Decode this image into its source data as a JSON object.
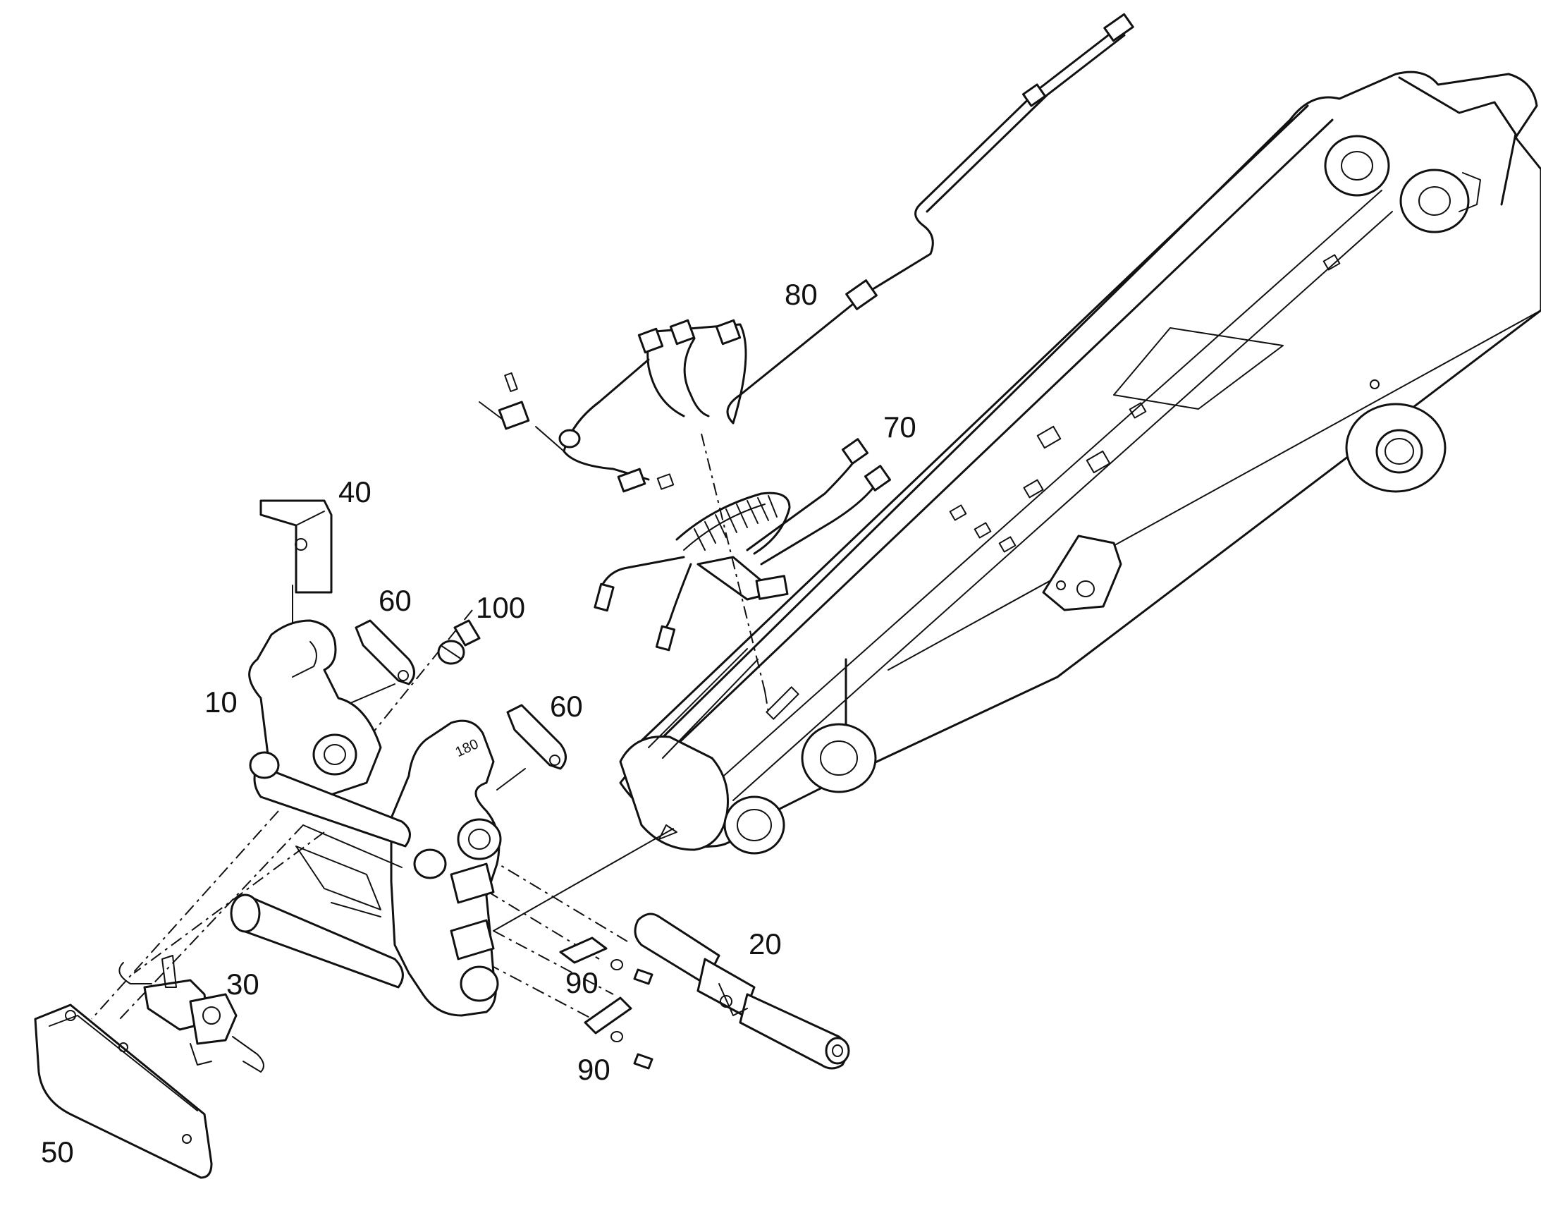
{
  "callouts": {
    "c10": "10",
    "c20": "20",
    "c30": "30",
    "c40": "40",
    "c50": "50",
    "c60a": "60",
    "c60b": "60",
    "c70": "70",
    "c80": "80",
    "c90a": "90",
    "c90b": "90",
    "c100": "100"
  },
  "stamp": "180"
}
